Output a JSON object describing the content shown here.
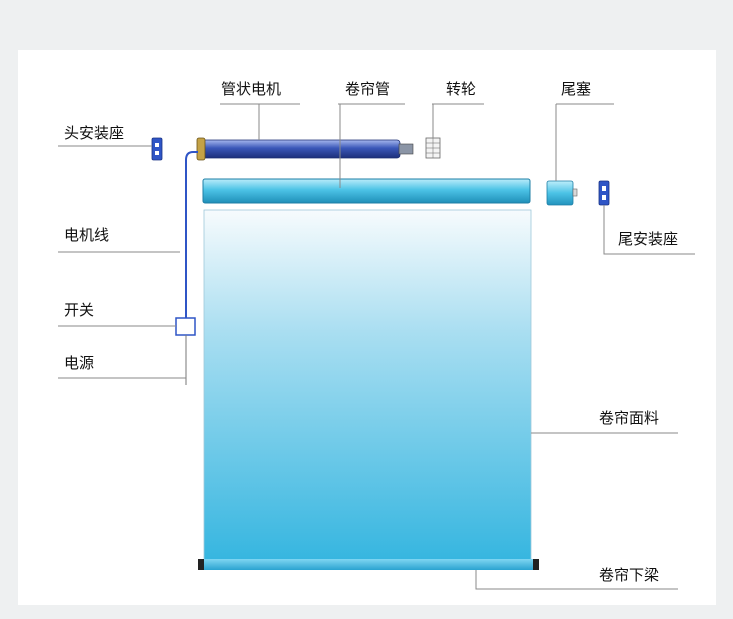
{
  "labels": {
    "head_mount": "头安装座",
    "tube_motor": "管状电机",
    "roller_tube": "卷帘管",
    "drive_wheel": "转轮",
    "end_plug": "尾塞",
    "end_mount": "尾安装座",
    "motor_cable": "电机线",
    "switch": "开关",
    "power": "电源",
    "fabric": "卷帘面料",
    "bottom_rail": "卷帘下梁"
  },
  "colors": {
    "motor_blue": "#3a57b8",
    "tube_cyan": "#4cc3e6",
    "fabric_top": "#f6fbfd",
    "fabric_bottom": "#38b8e1",
    "mount_blue": "#2f55c6",
    "leader_line": "#8a8a8a"
  }
}
